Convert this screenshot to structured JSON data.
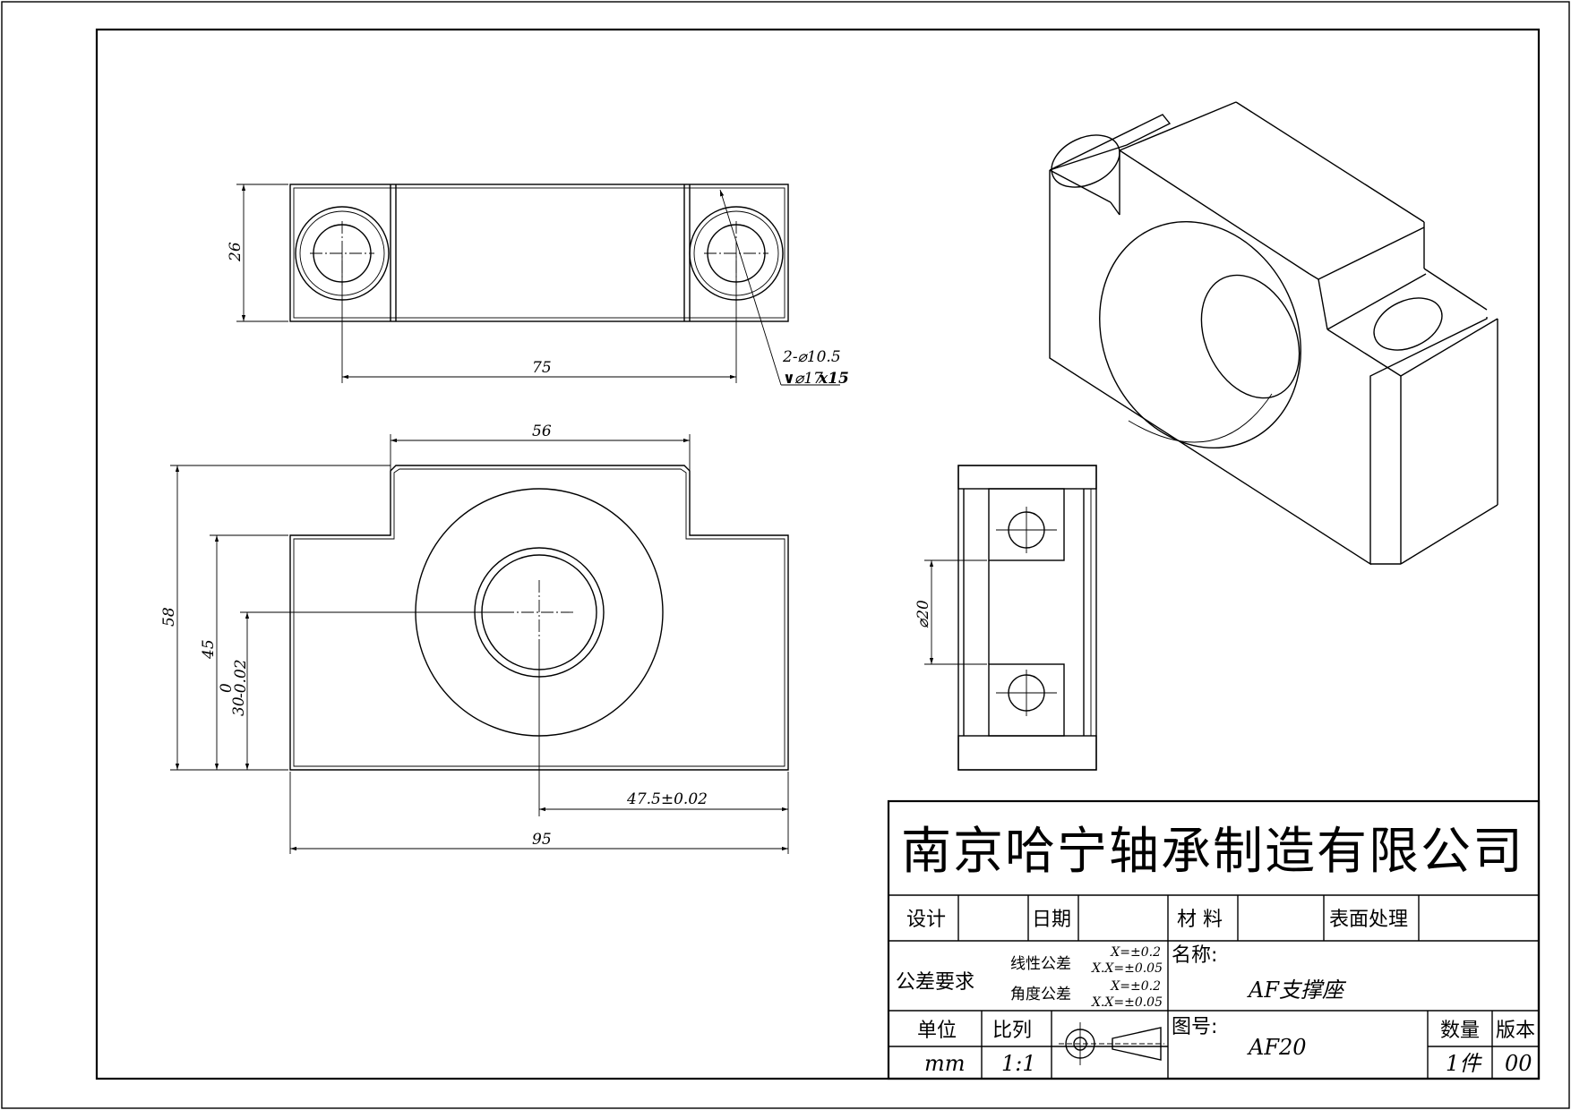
{
  "drawing": {
    "top_view": {
      "height_dim": "26",
      "hole_spacing_dim": "75",
      "hole_note_line1": "2-⌀10.5",
      "hole_note_line2": "⌀17",
      "hole_note_depth": "x15"
    },
    "front_view": {
      "top_width_dim": "56",
      "total_height_dim": "58",
      "shoulder_height_dim": "45",
      "center_height_dim": "30",
      "center_height_tol_upper": "0",
      "center_height_tol_lower": "-0.02",
      "half_width_dim": "47.5±0.02",
      "total_width_dim": "95"
    },
    "section_view": {
      "bore_dim": "⌀20"
    }
  },
  "title_block": {
    "company": "南京哈宁轴承制造有限公司",
    "design_label": "设计",
    "date_label": "日期",
    "material_label": "材 料",
    "surface_label": "表面处理",
    "tolerance_label": "公差要求",
    "linear_tol_label": "线性公差",
    "angular_tol_label": "角度公差",
    "linear_tol_x": "X=±0.2",
    "linear_tol_xx": "X.X=±0.05",
    "angular_tol_x": "X=±0.2",
    "angular_tol_xx": "X.X=±0.05",
    "name_label": "名称:",
    "name_value": "AF支撑座",
    "unit_label": "单位",
    "unit_value": "mm",
    "scale_label": "比列",
    "scale_value": "1:1",
    "drawing_no_label": "图号:",
    "drawing_no_value": "AF20",
    "quantity_label": "数量",
    "quantity_value": "1件",
    "version_label": "版本",
    "version_value": "00"
  }
}
